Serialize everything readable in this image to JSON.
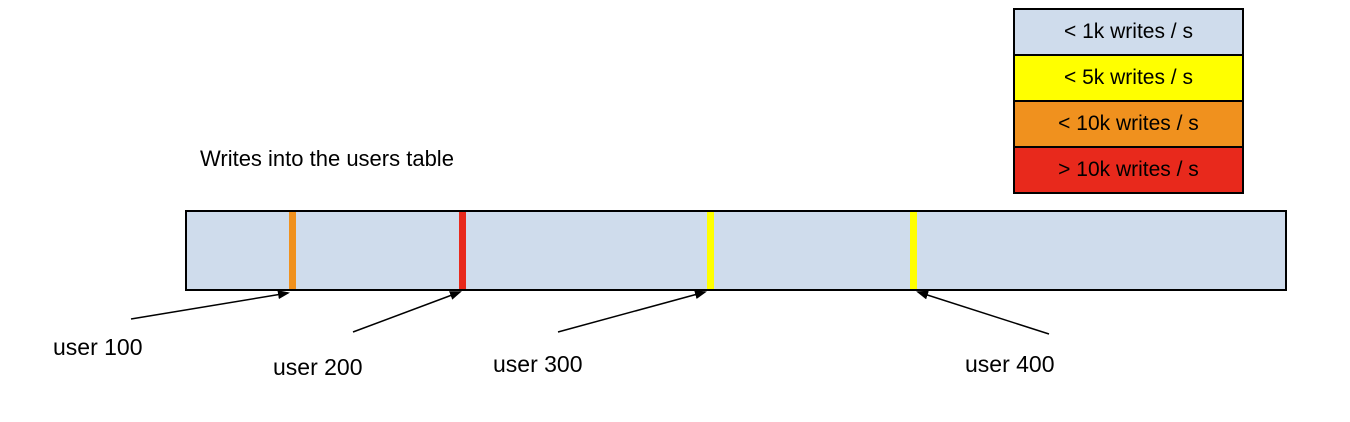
{
  "title": "Writes into the users table",
  "legend": {
    "items": [
      {
        "label": "< 1k writes / s",
        "color": "#cfdcec"
      },
      {
        "label": "< 5k writes / s",
        "color": "#ffff00"
      },
      {
        "label": "< 10k writes / s",
        "color": "#f0911e"
      },
      {
        "label": "> 10k writes / s",
        "color": "#e8291c"
      }
    ]
  },
  "bar": {
    "fill_color": "#cfdcec",
    "border_color": "#000000",
    "stripes": [
      {
        "user": "user 100",
        "color": "#f0911e",
        "rate_category": "< 10k writes / s"
      },
      {
        "user": "user 200",
        "color": "#e8291c",
        "rate_category": "> 10k writes / s"
      },
      {
        "user": "user 300",
        "color": "#ffff00",
        "rate_category": "< 5k writes / s"
      },
      {
        "user": "user 400",
        "color": "#ffff00",
        "rate_category": "< 5k writes / s"
      }
    ]
  },
  "annotations": {
    "labels": [
      {
        "text": "user 100"
      },
      {
        "text": "user 200"
      },
      {
        "text": "user 300"
      },
      {
        "text": "user 400"
      }
    ]
  }
}
